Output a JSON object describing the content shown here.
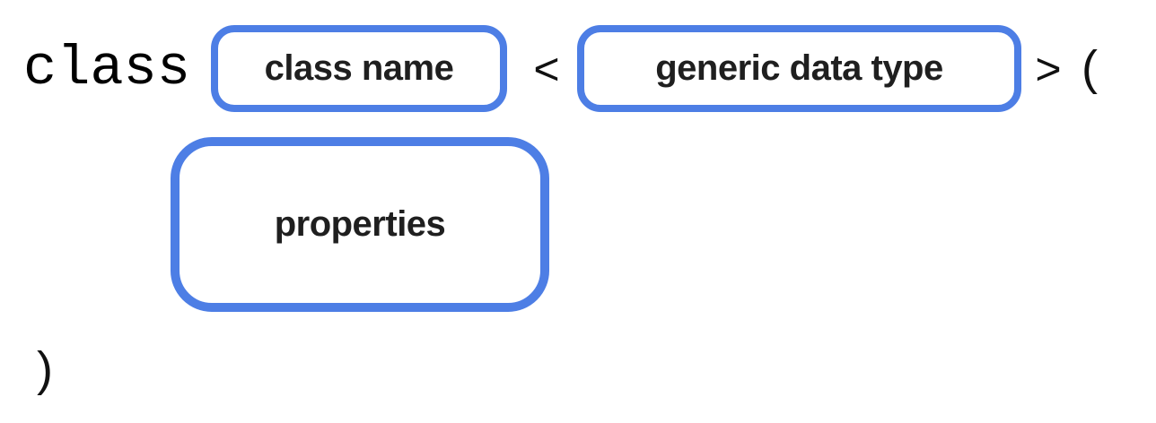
{
  "diagram": {
    "colors": {
      "background": "#ffffff",
      "box_border": "#4d7ee5",
      "text": "#1f1f1f"
    },
    "keyword": "class",
    "symbols": {
      "open_angle": "<",
      "close_angle": ">",
      "open_paren": "(",
      "close_paren": ")"
    },
    "placeholders": {
      "class_name": "class name",
      "generic_data_type": "generic data type",
      "properties": "properties"
    }
  }
}
